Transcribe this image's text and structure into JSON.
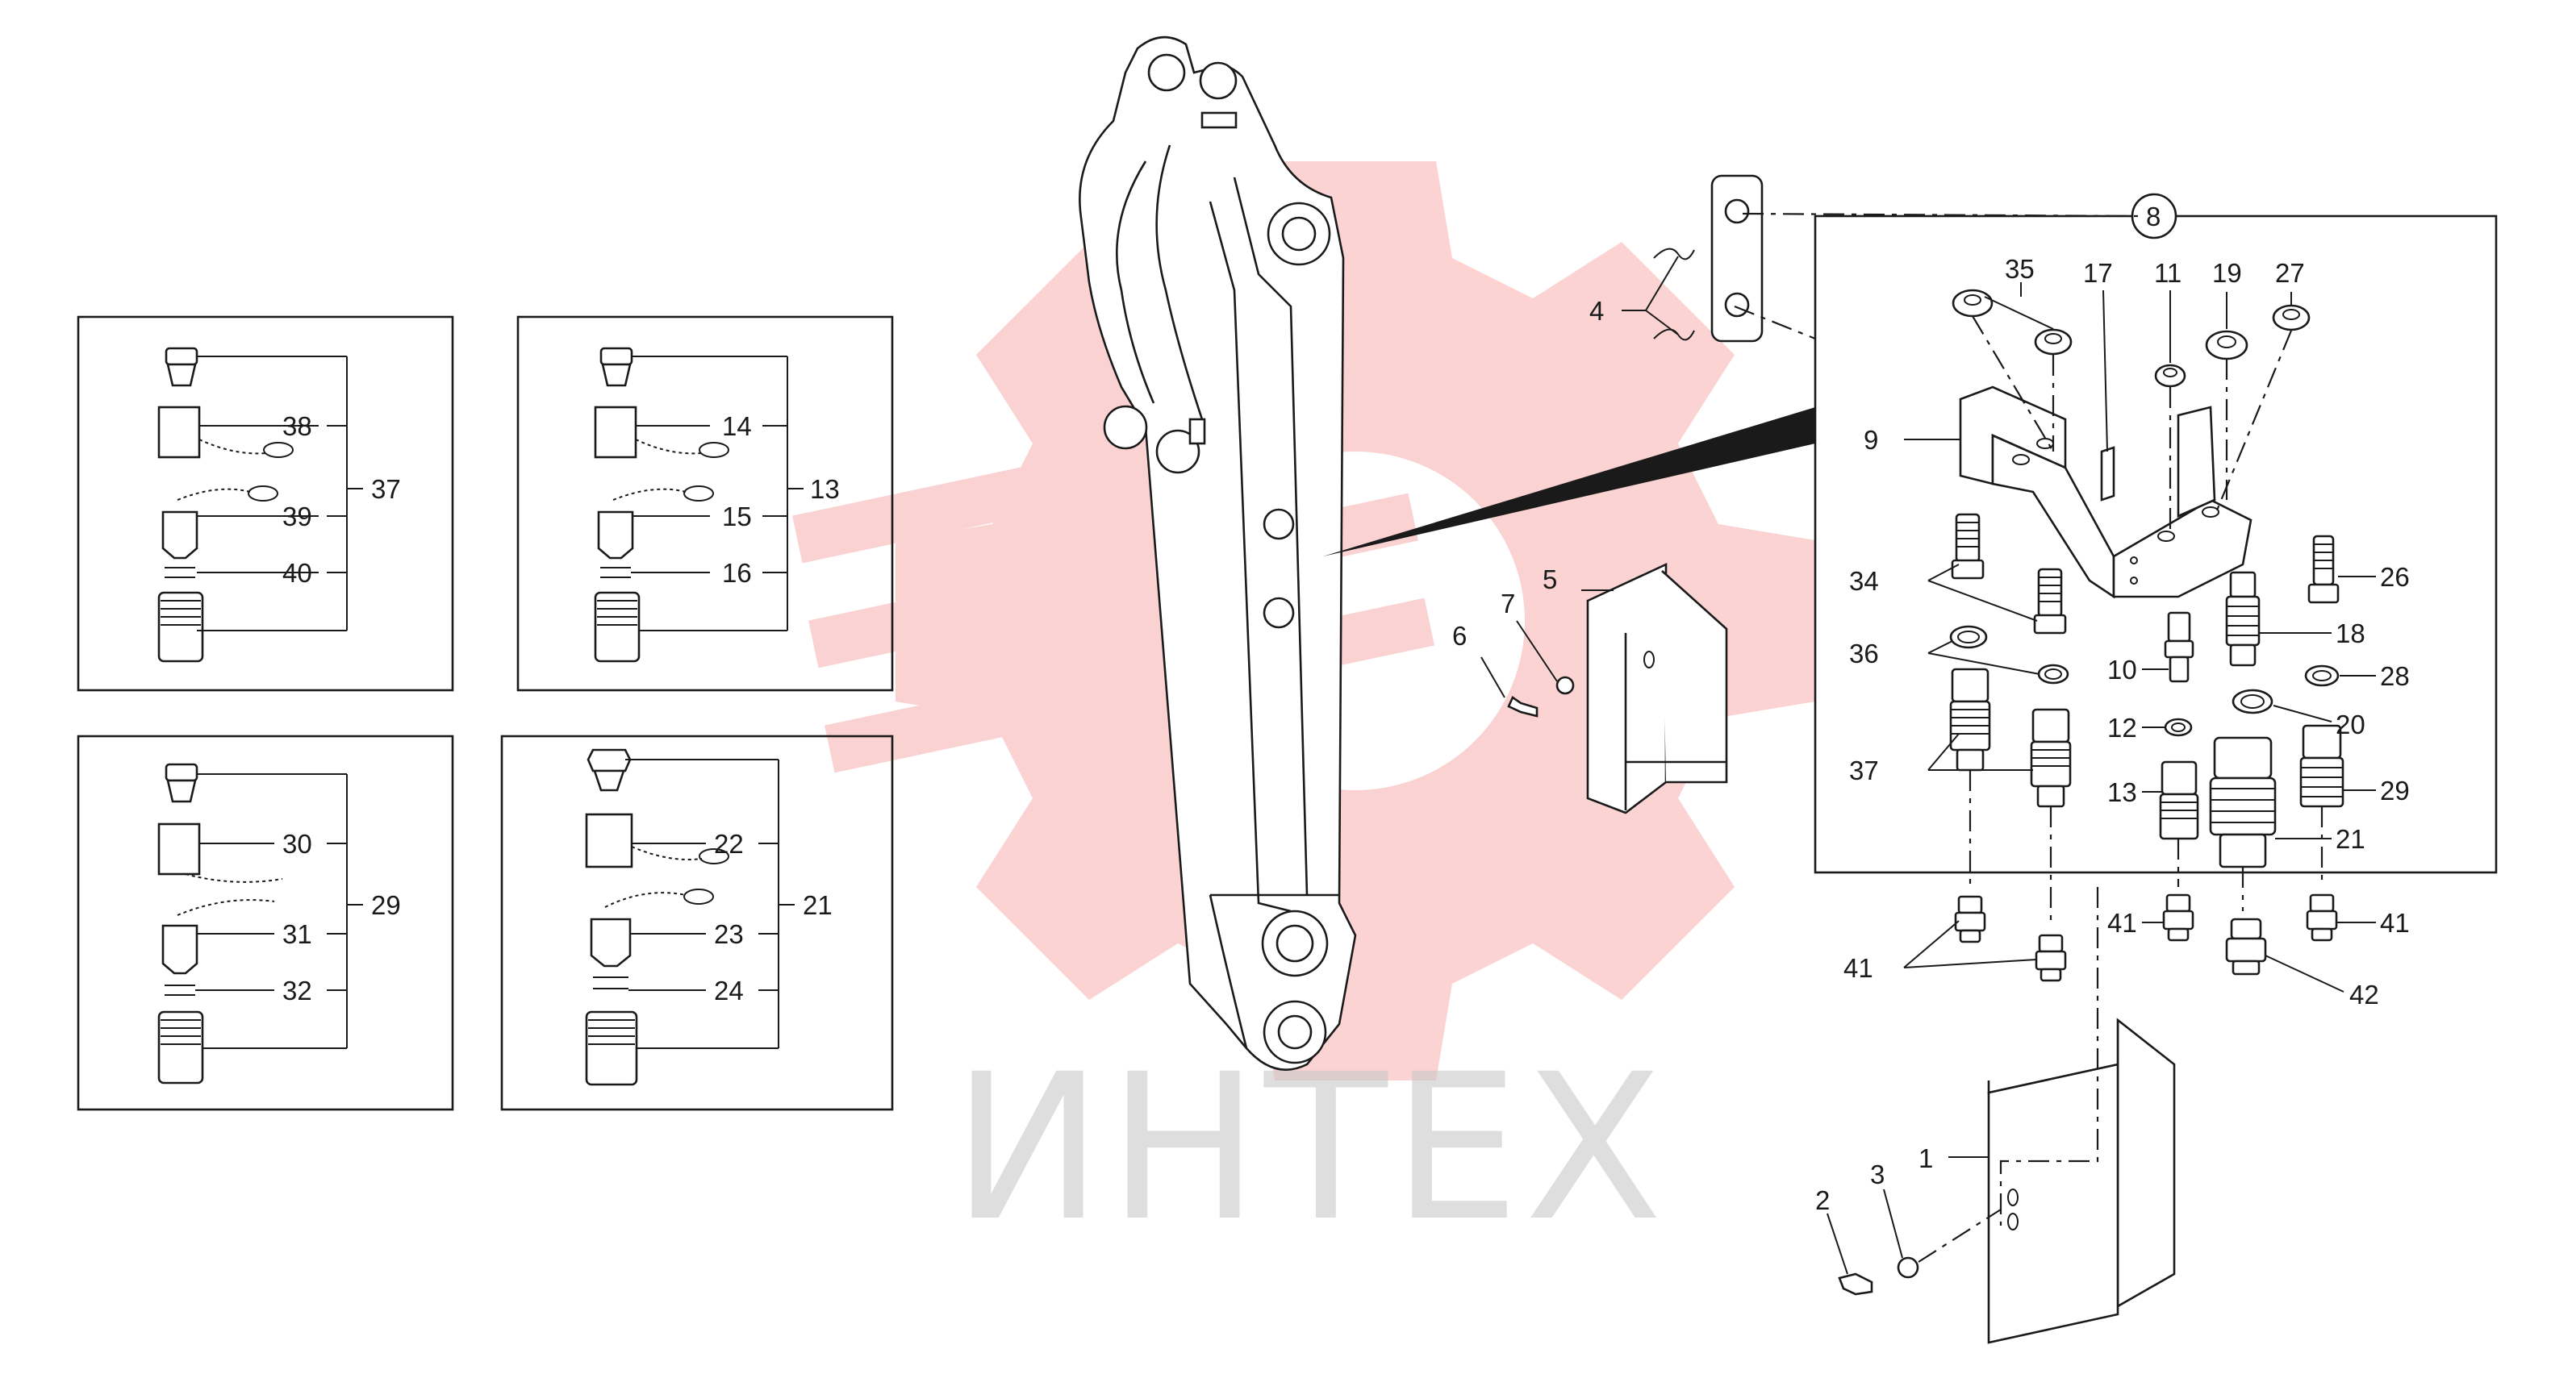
{
  "watermark": {
    "text": "ИНТЕХ",
    "logo": "gear-logo",
    "color": "#e8231f"
  },
  "colors": {
    "line": "#1a1a1a",
    "background": "#ffffff",
    "watermark_text": "#c9c9c9"
  },
  "callouts": {
    "c1": "1",
    "c2": "2",
    "c3": "3",
    "c4": "4",
    "c5": "5",
    "c6": "6",
    "c7": "7",
    "c8": "8",
    "c9": "9",
    "c10": "10",
    "c11": "11",
    "c12": "12",
    "c13": "13",
    "c17": "17",
    "c18": "18",
    "c19": "19",
    "c20": "20",
    "c21": "21",
    "c26": "26",
    "c27": "27",
    "c28": "28",
    "c29": "29",
    "c34": "34",
    "c35": "35",
    "c36": "36",
    "c37": "37",
    "c41a": "41",
    "c41b": "41",
    "c41c": "41",
    "c42": "42"
  },
  "kits": [
    {
      "name": "kit-37",
      "group": "37",
      "items": [
        "38",
        "39",
        "40"
      ]
    },
    {
      "name": "kit-13",
      "group": "13",
      "items": [
        "14",
        "15",
        "16"
      ]
    },
    {
      "name": "kit-29",
      "group": "29",
      "items": [
        "30",
        "31",
        "32"
      ]
    },
    {
      "name": "kit-21",
      "group": "21",
      "items": [
        "22",
        "23",
        "24"
      ]
    }
  ]
}
